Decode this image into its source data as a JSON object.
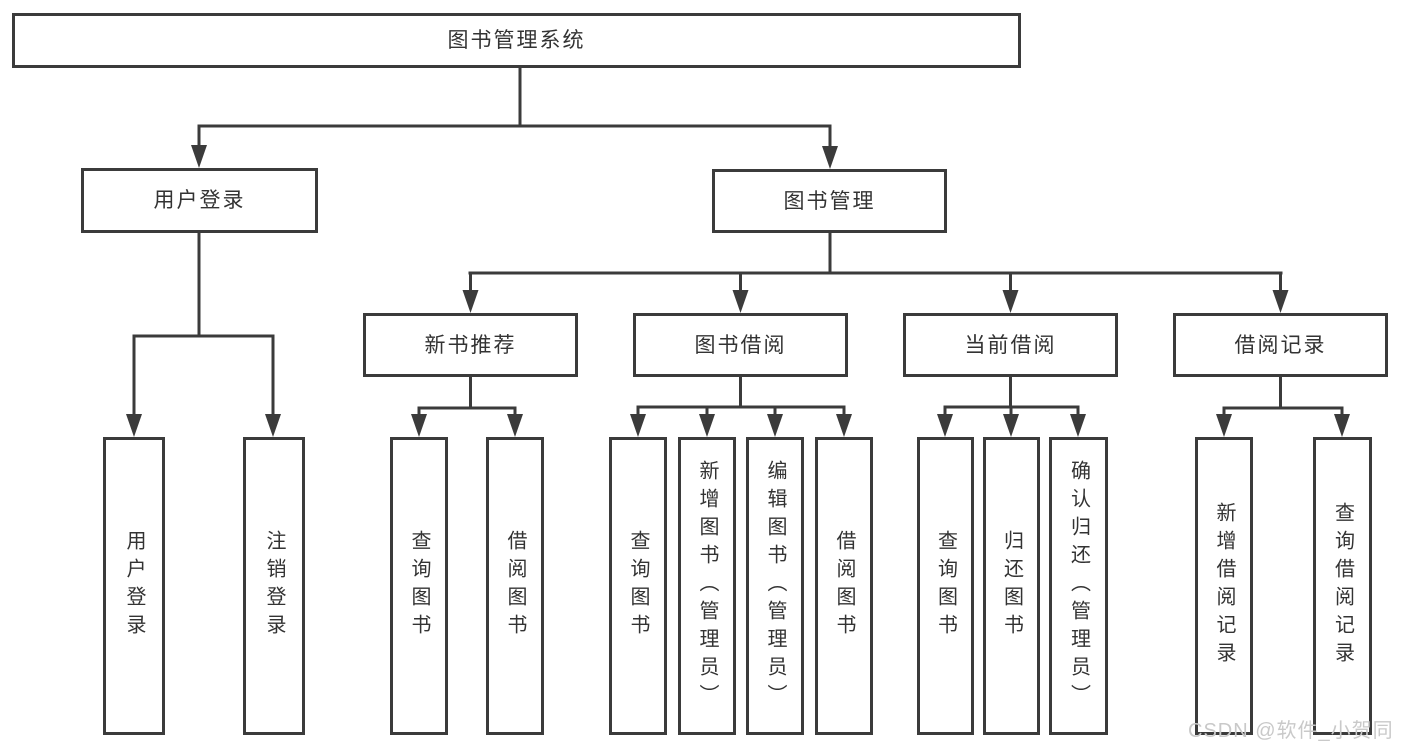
{
  "diagram": {
    "type": "tree",
    "root": {
      "label": "图书管理系统",
      "children": [
        {
          "label": "用户登录",
          "children": [
            {
              "label": "用户登录"
            },
            {
              "label": "注销登录"
            }
          ]
        },
        {
          "label": "图书管理",
          "children": [
            {
              "label": "新书推荐",
              "children": [
                {
                  "label": "查询图书"
                },
                {
                  "label": "借阅图书"
                }
              ]
            },
            {
              "label": "图书借阅",
              "children": [
                {
                  "label": "查询图书"
                },
                {
                  "label": "新增图书（管理员）"
                },
                {
                  "label": "编辑图书（管理员）"
                },
                {
                  "label": "借阅图书"
                }
              ]
            },
            {
              "label": "当前借阅",
              "children": [
                {
                  "label": "查询图书"
                },
                {
                  "label": "归还图书"
                },
                {
                  "label": "确认归还（管理员）"
                }
              ]
            },
            {
              "label": "借阅记录",
              "children": [
                {
                  "label": "新增借阅记录"
                },
                {
                  "label": "查询借阅记录"
                }
              ]
            }
          ]
        }
      ]
    },
    "watermark": "CSDN @软件_小贺同学",
    "colors": {
      "line": "#3b3b3b",
      "text": "#333333",
      "watermark": "#c9c9c9",
      "background": "#ffffff"
    }
  }
}
